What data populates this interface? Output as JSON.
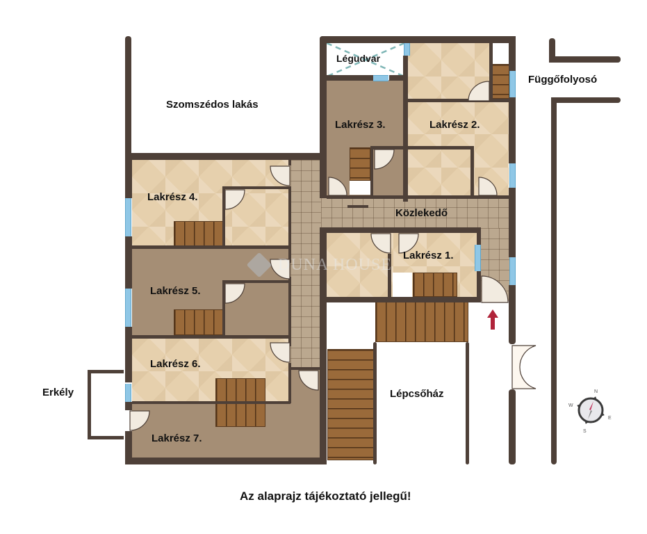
{
  "labels": {
    "neighbor": "Szomszédos lakás",
    "airshaft": "Légudvar",
    "gallery": "Függőfolyosó",
    "unit3": "Lakrész 3.",
    "unit2": "Lakrész 2.",
    "unit4": "Lakrész 4.",
    "corridor": "Közlekedő",
    "unit1": "Lakrész 1.",
    "unit5": "Lakrész 5.",
    "unit6": "Lakrész 6.",
    "balcony": "Erkély",
    "staircase": "Lépcsőház",
    "unit7": "Lakrész 7.",
    "disclaimer": "Az alaprajz tájékoztató jellegű!"
  },
  "watermark": "DUNA HOUSE",
  "compass": {
    "n": "N",
    "e": "E",
    "s": "S",
    "w": "W"
  },
  "colors": {
    "wall": "#4e4038",
    "floor_light": "#e6d0ad",
    "floor_dark": "#a58e75",
    "tile": "#bba88f",
    "stairs": "#9a6a3a",
    "window": "#8fc7e6",
    "entry_arrow": "#b0243a"
  }
}
